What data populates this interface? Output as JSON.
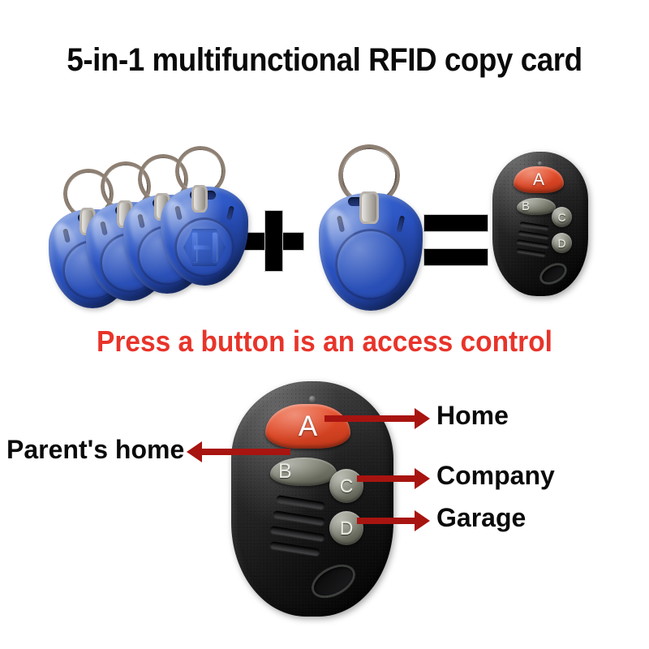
{
  "headline": "5-in-1 multifunctional RFID copy card",
  "slogan": "Press a button is an access control",
  "equation": {
    "plus_symbol": "+",
    "equals_symbol": "=",
    "keyfob_stack_count": 4,
    "single_keyfob_count": 1,
    "keyfob_color": "#2a52c0",
    "keyfob_emblem": "hexagon-h-emblem"
  },
  "remote_small": {
    "buttons": [
      {
        "id": "A",
        "label": "A",
        "shape": "dome",
        "color": "#e04a28"
      },
      {
        "id": "B",
        "label": "B",
        "shape": "teardrop",
        "color": "#6e7163"
      },
      {
        "id": "C",
        "label": "C",
        "shape": "round",
        "color": "#75776a"
      },
      {
        "id": "D",
        "label": "D",
        "shape": "round",
        "color": "#75776a"
      }
    ],
    "body_color": "#1a1a1b"
  },
  "remote_large": {
    "buttons": [
      {
        "id": "A",
        "label": "A",
        "shape": "dome",
        "color": "#e04a28"
      },
      {
        "id": "B",
        "label": "B",
        "shape": "teardrop",
        "color": "#6e7163"
      },
      {
        "id": "C",
        "label": "C",
        "shape": "round",
        "color": "#75776a"
      },
      {
        "id": "D",
        "label": "D",
        "shape": "round",
        "color": "#75776a"
      }
    ],
    "body_color": "#1a1a1b"
  },
  "callouts": {
    "arrow_color": "#a81410",
    "home": "Home",
    "company": "Company",
    "garage": "Garage",
    "parents_home": "Parent's home"
  },
  "colors": {
    "headline": "#0a0a0a",
    "slogan_red": "#e8342a",
    "arrow_red": "#a81410",
    "background": "#ffffff"
  }
}
